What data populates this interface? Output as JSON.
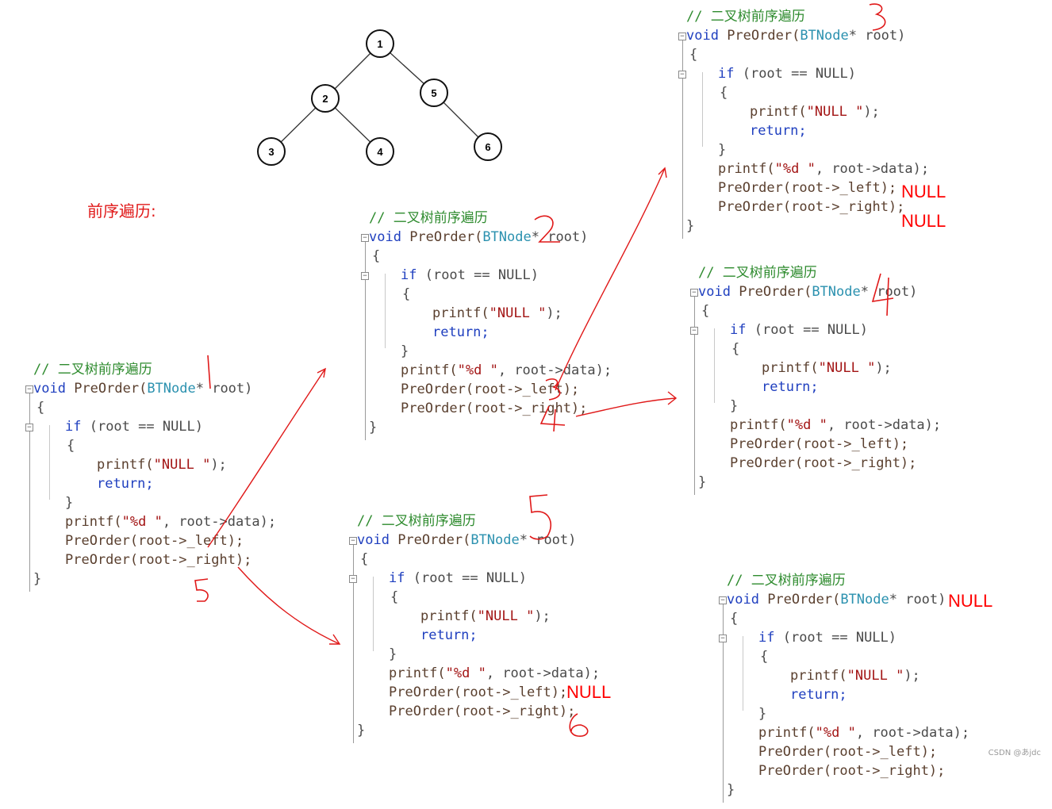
{
  "tree": {
    "nodes": [
      {
        "id": "node-1",
        "label": "1"
      },
      {
        "id": "node-2",
        "label": "2"
      },
      {
        "id": "node-5",
        "label": "5"
      },
      {
        "id": "node-3",
        "label": "3"
      },
      {
        "id": "node-4",
        "label": "4"
      },
      {
        "id": "node-6",
        "label": "6"
      }
    ]
  },
  "title": "前序遍历:",
  "code": {
    "comment": "// 二叉树前序遍历",
    "sig_void": "void",
    "sig_fn": " PreOrder(",
    "sig_type": "BTNode",
    "sig_rest": "* root)",
    "open_brace": "{",
    "if_kw": "if",
    "if_rest": " (root == NULL)",
    "inner_open": "{",
    "printf_fn": "printf(",
    "printf_str": "\"NULL \"",
    "printf_end": ");",
    "return_kw": "return;",
    "inner_close": "}",
    "print_data_fn": "printf(",
    "print_data_str": "\"%d \"",
    "print_data_rest": ", root->data);",
    "pre_left": "PreOrder(root->_left);",
    "pre_right": "PreOrder(root->_right);",
    "close_brace": "}"
  },
  "nulls": [
    "NULL",
    "NULL",
    "NULL",
    "NULL"
  ],
  "annotations": [
    "1",
    "2",
    "3",
    "4",
    "5",
    "6"
  ],
  "watermark": "CSDN @あjdc",
  "colors": {
    "annotation": "#e01919",
    "comment": "#2e8b2e",
    "keyword": "#1f3fbf",
    "type": "#2b91af"
  }
}
